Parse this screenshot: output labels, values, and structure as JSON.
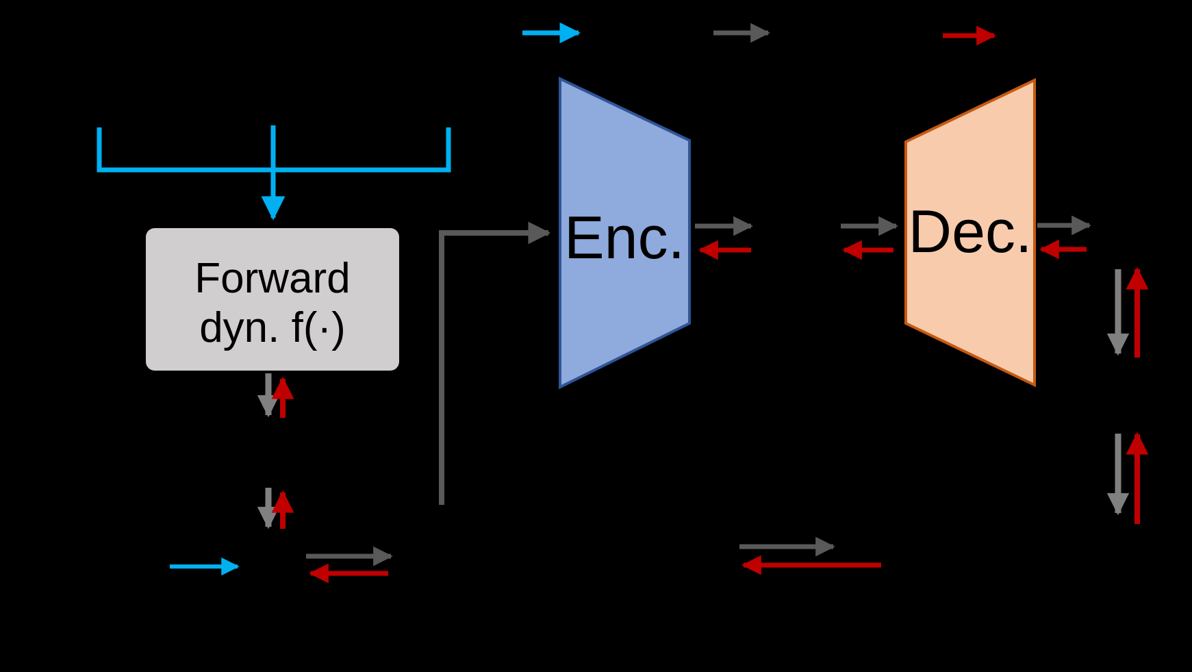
{
  "diagram": {
    "kind": "architecture-diagram",
    "nodes": {
      "forward_dynamics": {
        "label_line1": "Forward",
        "label_line2": "dyn. f(·)"
      },
      "encoder": {
        "label": "Enc."
      },
      "decoder": {
        "label": "Dec."
      }
    },
    "legend": {
      "items": [
        {
          "icon": "cyan-right-arrow-icon"
        },
        {
          "icon": "gray-right-arrow-icon"
        },
        {
          "icon": "red-right-arrow-icon"
        }
      ]
    }
  },
  "colors": {
    "bg": "#000000",
    "cyan": "#00B0F0",
    "gray": "#595959",
    "gray_light": "#808080",
    "red": "#C00000",
    "box_fill": "#D0CECE",
    "enc_fill": "#8FAADC",
    "enc_stroke": "#2F5597",
    "dec_fill": "#F8CBAD",
    "dec_stroke": "#C55A11",
    "label_text": "#000000"
  }
}
